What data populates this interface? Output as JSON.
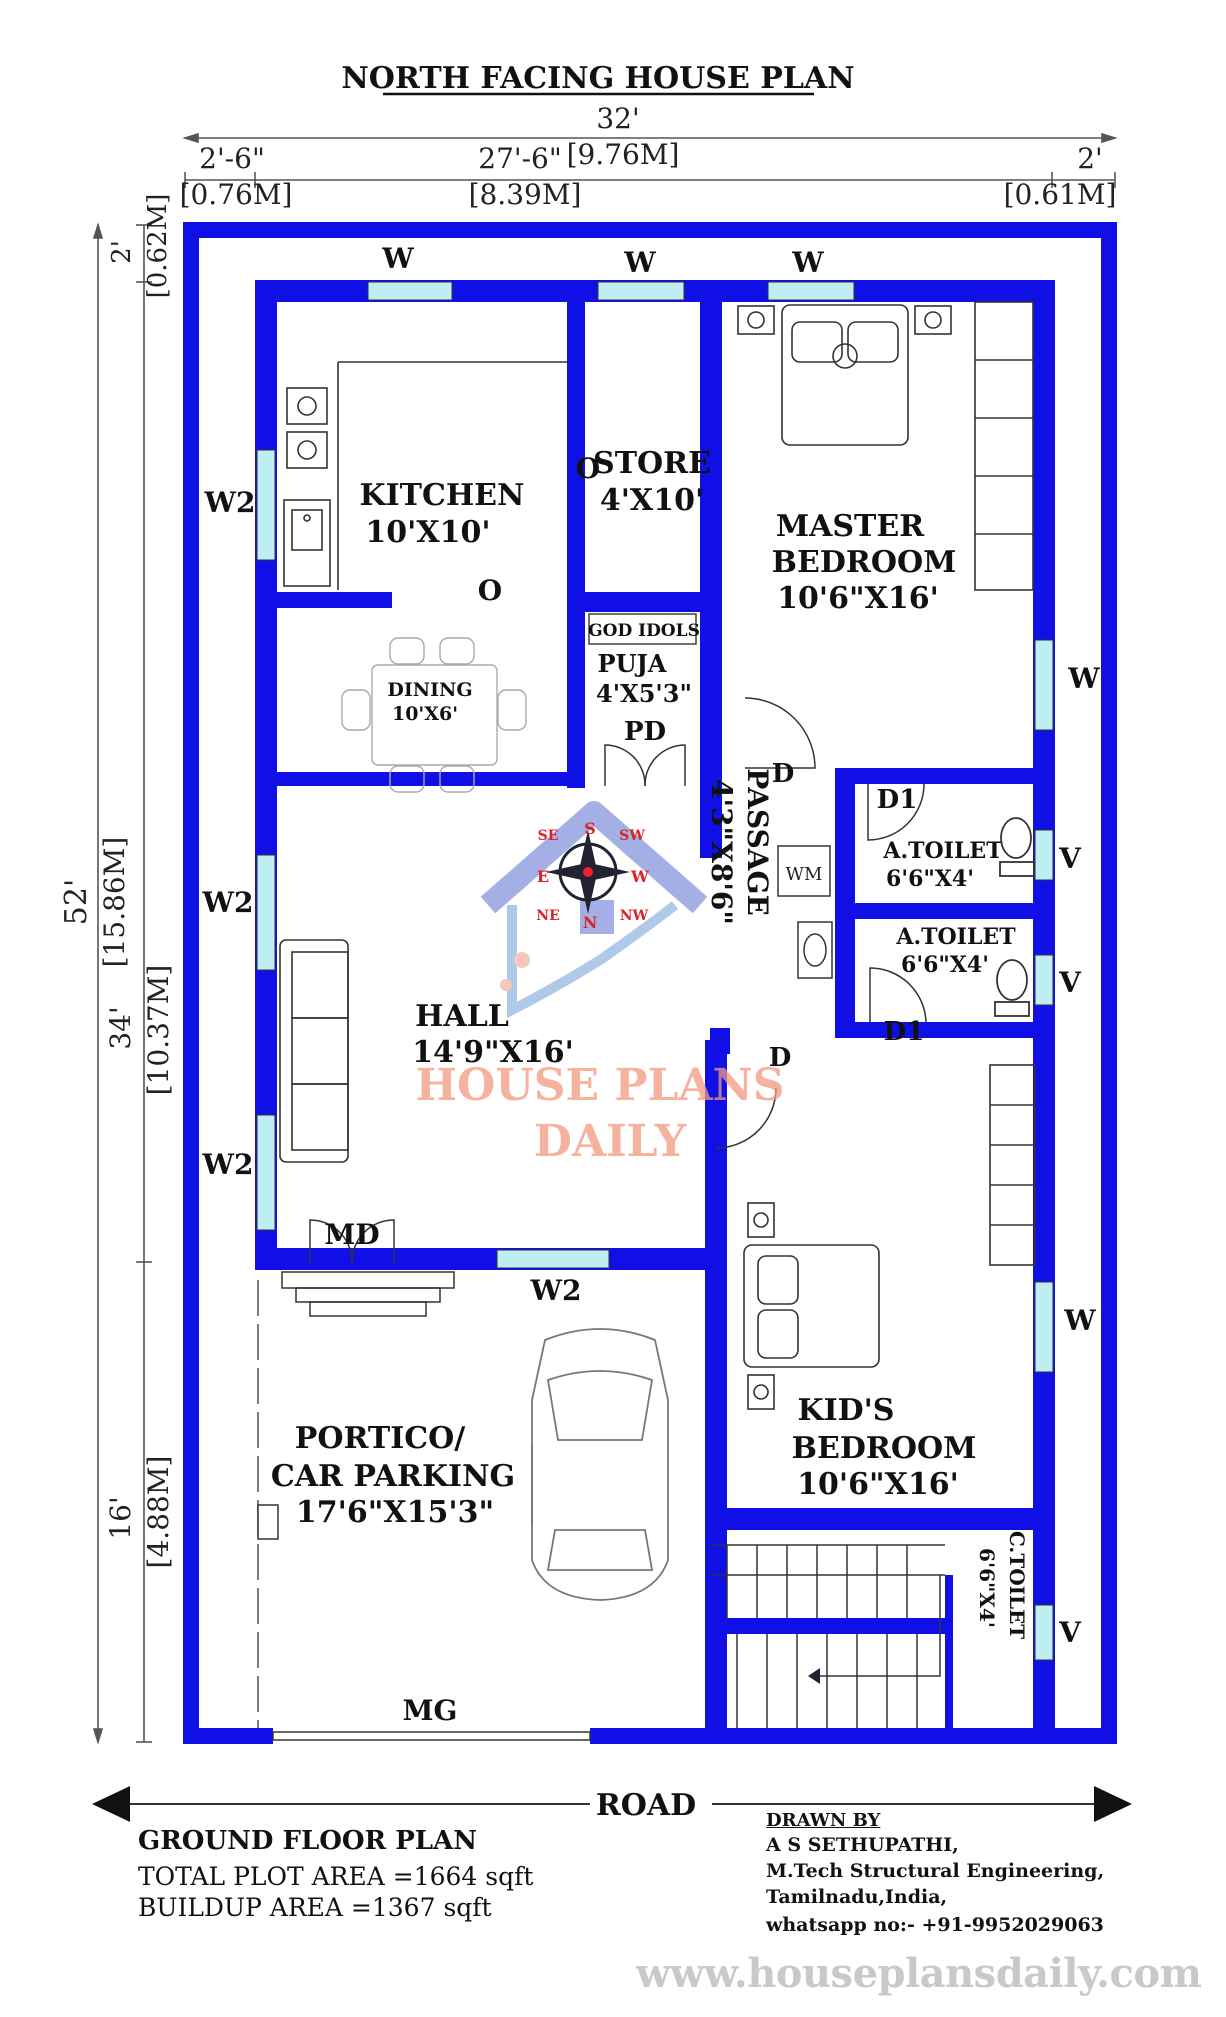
{
  "title": "NORTH FACING HOUSE PLAN",
  "dimensions": {
    "overall_width": "32'",
    "overall_width_m": "[9.76M]",
    "left_setback": "2'-6\"",
    "left_setback_m": "[0.76M]",
    "mid_width": "27'-6\"",
    "mid_width_m": "[8.39M]",
    "right_setback": "2'",
    "right_setback_m": "[0.61M]",
    "top_setback": "2'",
    "top_setback_m": "[0.62M]",
    "overall_depth": "52'",
    "overall_depth_m": "[15.86M]",
    "house_depth": "34'",
    "house_depth_m": "[10.37M]",
    "front_depth": "16'",
    "front_depth_m": "[4.88M]"
  },
  "rooms": {
    "kitchen": {
      "name": "KITCHEN",
      "size": "10'X10'"
    },
    "store": {
      "name": "STORE",
      "size": "4'X10'"
    },
    "master_bedroom": {
      "name1": "MASTER",
      "name2": "BEDROOM",
      "size": "10'6\"X16'"
    },
    "god_idols": "GOD IDOLS",
    "puja": {
      "name": "PUJA",
      "size": "4'X5'3\""
    },
    "dining": {
      "name": "DINING",
      "size": "10'X6'"
    },
    "passage": {
      "name": "PASSAGE",
      "size": "4'3\"X8'6\""
    },
    "wm": "WM",
    "toilet1": {
      "name": "A.TOILET",
      "size": "6'6\"X4'"
    },
    "toilet2": {
      "name": "A.TOILET",
      "size": "6'6\"X4'"
    },
    "hall": {
      "name": "HALL",
      "size": "14'9\"X16'"
    },
    "kids_bedroom": {
      "name1": "KID'S",
      "name2": "BEDROOM",
      "size": "10'6\"X16'"
    },
    "portico": {
      "name1": "PORTICO/",
      "name2": "CAR PARKING",
      "size": "17'6\"X15'3\""
    },
    "c_toilet": {
      "name": "C.TOILET",
      "size": "6'6\"X4'"
    }
  },
  "labels": {
    "window": "W",
    "window2": "W2",
    "ventilator": "V",
    "opening": "O",
    "door": "D",
    "door1": "D1",
    "pooja_door": "PD",
    "main_door": "MD",
    "main_gate": "MG",
    "road": "ROAD"
  },
  "compass": {
    "n": "N",
    "s": "S",
    "e": "E",
    "w": "W",
    "ne": "NE",
    "nw": "NW",
    "se": "SE",
    "sw": "SW"
  },
  "watermark": {
    "line1": "HOUSE PLANS",
    "line2": "DAILY"
  },
  "footer": {
    "plan_name": "GROUND FLOOR PLAN",
    "plot_area": "TOTAL PLOT AREA =1664 sqft",
    "buildup_area": "BUILDUP AREA =1367 sqft",
    "drawn_by": "DRAWN BY",
    "author": "A S SETHUPATHI,",
    "qualification": "M.Tech Structural Engineering,",
    "location": "Tamilnadu,India,",
    "contact": "whatsapp no:- +91-9952029063"
  },
  "website": "www.houseplansdaily.com",
  "colors": {
    "wall": "#1010e6",
    "window": "#bfeef2",
    "line": "#333333",
    "watermark": "#f29a80",
    "house_logo": "#5a6fd0"
  }
}
